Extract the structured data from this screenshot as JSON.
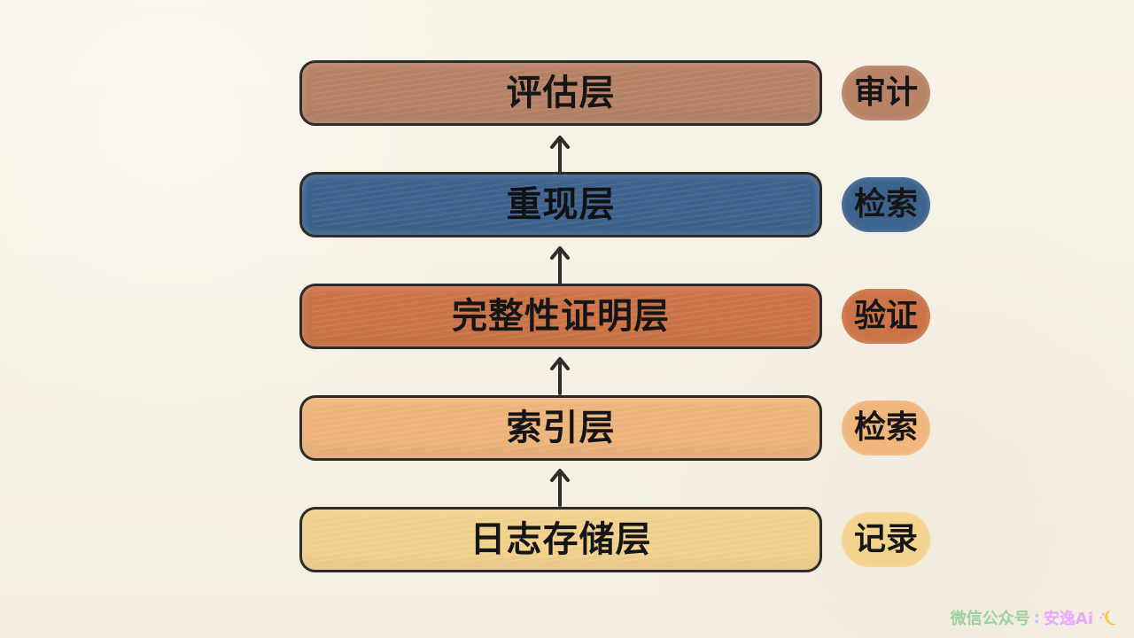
{
  "layers": [
    {
      "label": "评估层",
      "tag": "审计",
      "fill": "#b88367",
      "tag_fill": "#b88367"
    },
    {
      "label": "重现层",
      "tag": "检索",
      "fill": "#3d648f",
      "tag_fill": "#3d648f"
    },
    {
      "label": "完整性证明层",
      "tag": "验证",
      "fill": "#cc7447",
      "tag_fill": "#cc7447"
    },
    {
      "label": "索引层",
      "tag": "检索",
      "fill": "#f0b67c",
      "tag_fill": "#f0b67c"
    },
    {
      "label": "日志存储层",
      "tag": "记录",
      "fill": "#f4d38f",
      "tag_fill": "#f4d38f"
    }
  ],
  "watermark": {
    "prefix": "微信公众号",
    "separator": ":",
    "name": "安逸Ai",
    "icon": "moon-icon"
  }
}
